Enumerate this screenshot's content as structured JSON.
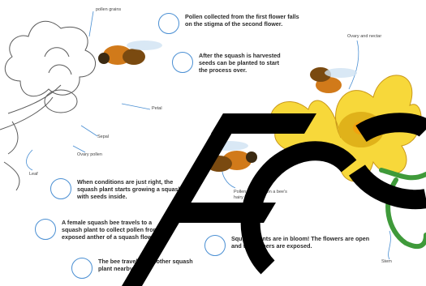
{
  "steps": [
    {
      "text": "Pollen collected from the first flower falls on the stigma of the second flower."
    },
    {
      "text": "After the squash is harvested seeds can be planted to start the process over."
    },
    {
      "text": "When conditions are just right, the squash plant starts growing a squash with seeds inside."
    },
    {
      "text": "A female squash bee travels to a squash plant to collect pollen from an exposed anther of a squash flower."
    },
    {
      "text": "The bee travels to another squash plant nearby."
    },
    {
      "text": "Squash plants are in bloom! The flowers are open and the anthers are exposed."
    }
  ],
  "labels": {
    "pollen_grains": "pollen grains",
    "ovary_nectar": "Ovary and nectar",
    "petal": "Petal",
    "sepal": "Sepal",
    "ovary_pollen": "Ovary pollen",
    "leaf": "Leaf",
    "pollen_leg": "Pollen is carried on a bee's hairy leg",
    "stem": "Stem"
  },
  "colors": {
    "accent_circle": "#4a8fd3",
    "flower_yellow": "#f7d83a",
    "flower_dark": "#e0b21a",
    "stem_green": "#3f9a3a",
    "watermark": "#000000"
  },
  "watermark": {
    "text": "FOC"
  }
}
